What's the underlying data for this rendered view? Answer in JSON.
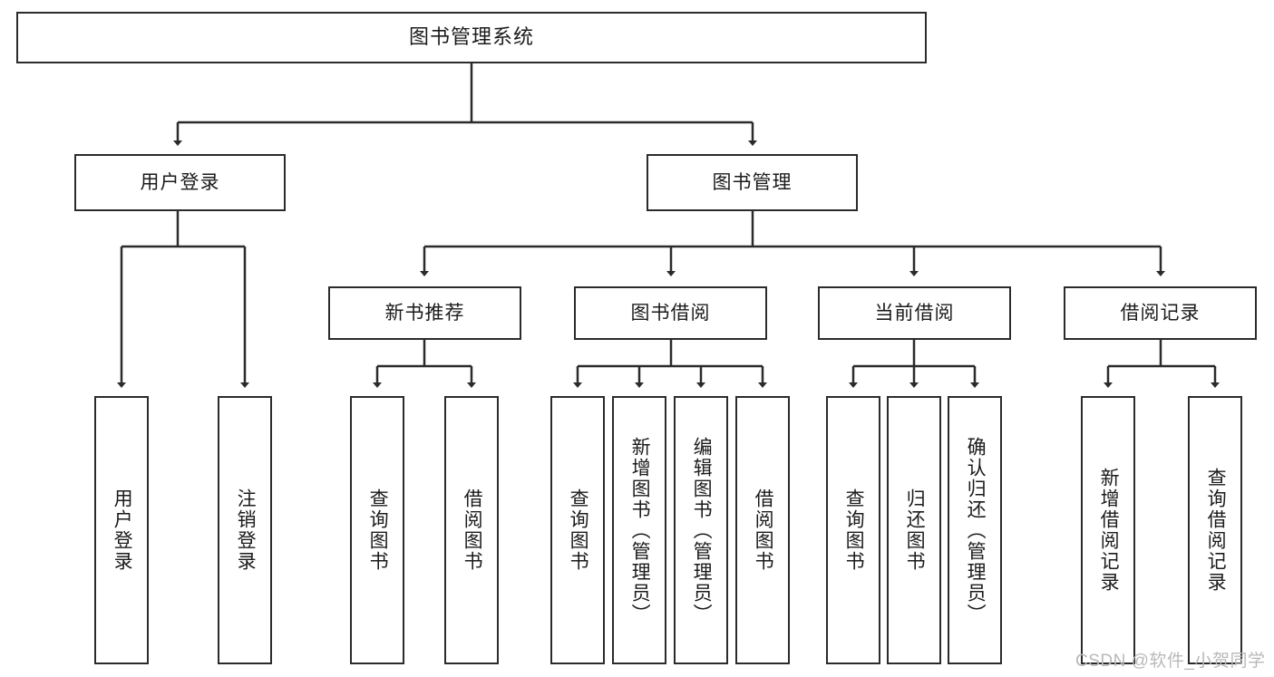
{
  "diagram": {
    "title": "图书管理系统",
    "type": "tree-hierarchy",
    "watermark": "CSDN @软件_小贺同学",
    "colors": {
      "box_border": "#2b2b2b",
      "box_fill": "#ffffff",
      "edge": "#2b2b2b",
      "text": "#1b1b1b",
      "watermark": "#b9b9b9",
      "background": "#ffffff"
    },
    "nodes": {
      "root": {
        "label": "图书管理系统"
      },
      "level2": [
        {
          "label": "用户登录"
        },
        {
          "label": "图书管理"
        }
      ],
      "level3": [
        {
          "label": "新书推荐"
        },
        {
          "label": "图书借阅"
        },
        {
          "label": "当前借阅"
        },
        {
          "label": "借阅记录"
        }
      ],
      "leaves": {
        "user_login": [
          {
            "label": "用户登录"
          },
          {
            "label": "注销登录"
          }
        ],
        "new_book": [
          {
            "label": "查询图书"
          },
          {
            "label": "借阅图书"
          }
        ],
        "book_borrow": [
          {
            "label": "查询图书"
          },
          {
            "label": "新增图书（管理员）"
          },
          {
            "label": "编辑图书（管理员）"
          },
          {
            "label": "借阅图书"
          }
        ],
        "current_borrow": [
          {
            "label": "查询图书"
          },
          {
            "label": "归还图书"
          },
          {
            "label": "确认归还（管理员）"
          }
        ],
        "borrow_record": [
          {
            "label": "新增借阅记录"
          },
          {
            "label": "查询借阅记录"
          }
        ]
      }
    }
  }
}
